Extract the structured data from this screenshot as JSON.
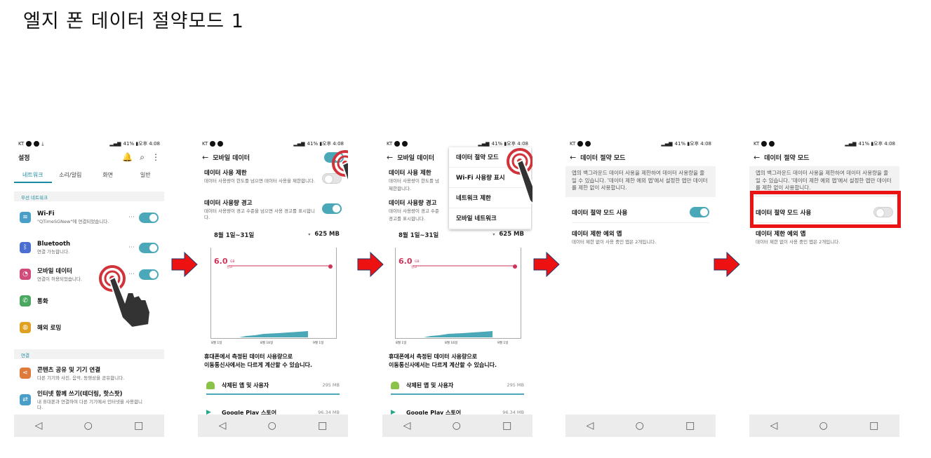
{
  "title": "엘지 폰 데이터 절약모드 1",
  "status": {
    "carrier": "KT",
    "right": "41% ▮오후 4:08"
  },
  "nav_buttons": [
    "◁",
    "○",
    "□"
  ],
  "screen1": {
    "header": "설정",
    "tabs": [
      "네트워크",
      "소리/알림",
      "화면",
      "일반"
    ],
    "section_wireless": "무선 네트워크",
    "section_conn": "연결",
    "rows": [
      {
        "icon": "wifi-icon",
        "title": "Wi-Fi",
        "sub": "\"QTimeSGNew\"에 연결되었습니다."
      },
      {
        "icon": "bluetooth-icon",
        "title": "Bluetooth",
        "sub": "연결 가능합니다."
      },
      {
        "icon": "mobile-data-icon",
        "title": "모바일 데이터",
        "sub": "연결이 허용되었습니다."
      },
      {
        "icon": "call-icon",
        "title": "통화",
        "sub": ""
      },
      {
        "icon": "roaming-icon",
        "title": "해외 로밍",
        "sub": ""
      },
      {
        "icon": "share-icon",
        "title": "콘텐츠 공유 및 기기 연결",
        "sub": "다른 기기와 사진, 음악, 동영상을 공유합니다."
      },
      {
        "icon": "tethering-icon",
        "title": "인터넷 함께 쓰기(테더링, 핫스팟)",
        "sub": "내 휴대폰과 연결하여 다른 기기에서 인터넷을 사용합니다."
      }
    ]
  },
  "mobile_data": {
    "header": "모바일 데이터",
    "limit_title": "데이터 사용 제한",
    "limit_desc": "데이터 사용량이 한도를 넘으면 데이터 사용을 제한합니다.",
    "warn_title": "데이터 사용량 경고",
    "warn_desc": "데이터 사용량이 경고 수준을 넘으면 사용 경고를 표시합니다.",
    "period": "8월 1일~31일",
    "amount": "625 MB",
    "warn_value": "6.0",
    "warn_unit": "GB",
    "warn_label": "경고",
    "x_labels": [
      "8월 1일",
      "8월 16일",
      "9월 1일"
    ],
    "note1": "휴대폰에서 측정된 데이터 사용량으로",
    "note2": "이동통신사에서는 다르게 계산할 수 있습니다.",
    "app1_name": "삭제된 앱 및 사용자",
    "app1_size": "295 MB",
    "app2_name": "Google Play 스토어",
    "app2_size": "96.34 MB",
    "limit_short_desc": "데이터 사용량이 한도를 넘",
    "warn_short_desc": "데이터 사용량이 경고 수준",
    "limit_short_desc2": "제한합니다.",
    "warn_short_desc2": "경고를 표시합니다."
  },
  "popup_menu": [
    "데이터 절약 모드",
    "Wi-Fi 사용량 표시",
    "네트워크 제한",
    "모바일 네트워크"
  ],
  "saver": {
    "header": "데이터 절약 모드",
    "info": "앱의 백그라운드 데이터 사용을 제한하여 데이터 사용량을 줄일 수 있습니다. '데이터 제한 예외 앱'에서 설정한 앱만 데이터를 제한 없이 사용합니다.",
    "use_label": "데이터 절약 모드 사용",
    "exempt_title": "데이터 제한 예외 앱",
    "exempt_desc": "데이터 제한 없이 사용 중인 앱은 2개입니다."
  },
  "chart_data": {
    "type": "area",
    "x": [
      "8월 1일",
      "8월 16일",
      "9월 1일"
    ],
    "warning_line": 6.0,
    "unit": "GB"
  }
}
